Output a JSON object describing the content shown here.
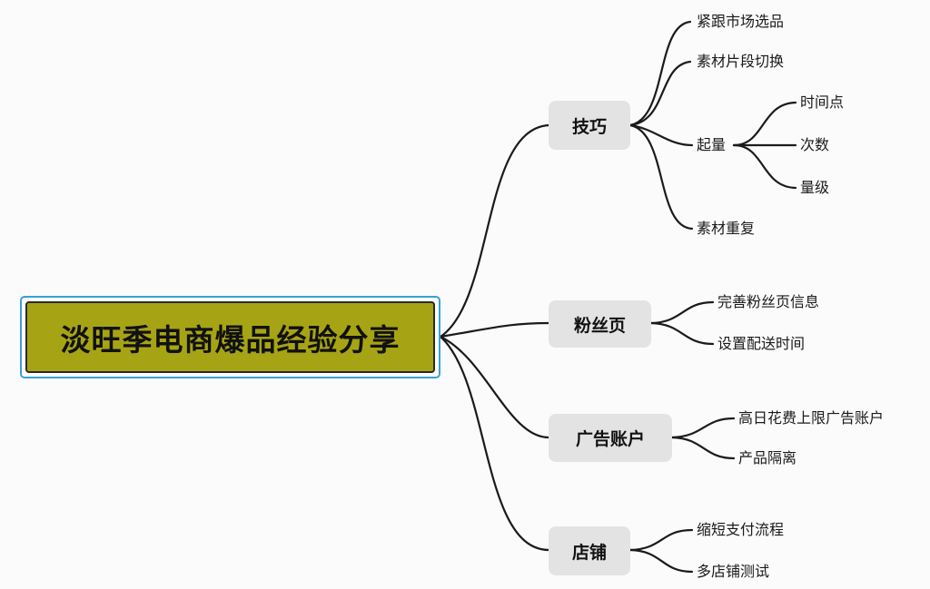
{
  "root": {
    "label": "淡旺季电商爆品经验分享"
  },
  "branches": {
    "tips": {
      "label": "技巧",
      "items": [
        "紧跟市场选品",
        "素材片段切换",
        "起量",
        "素材重复"
      ],
      "volume": {
        "items": [
          "时间点",
          "次数",
          "量级"
        ]
      }
    },
    "fans": {
      "label": "粉丝页",
      "items": [
        "完善粉丝页信息",
        "设置配送时间"
      ]
    },
    "ads": {
      "label": "广告账户",
      "items": [
        "高日花费上限广告账户",
        "产品隔离"
      ]
    },
    "shop": {
      "label": "店铺",
      "items": [
        "缩短支付流程",
        "多店铺测试"
      ]
    }
  },
  "colors": {
    "root_fill": "#a6a414",
    "root_outer_border": "#3aa0d8",
    "branch_fill": "#e3e3e3",
    "line": "#1b1b1b"
  }
}
